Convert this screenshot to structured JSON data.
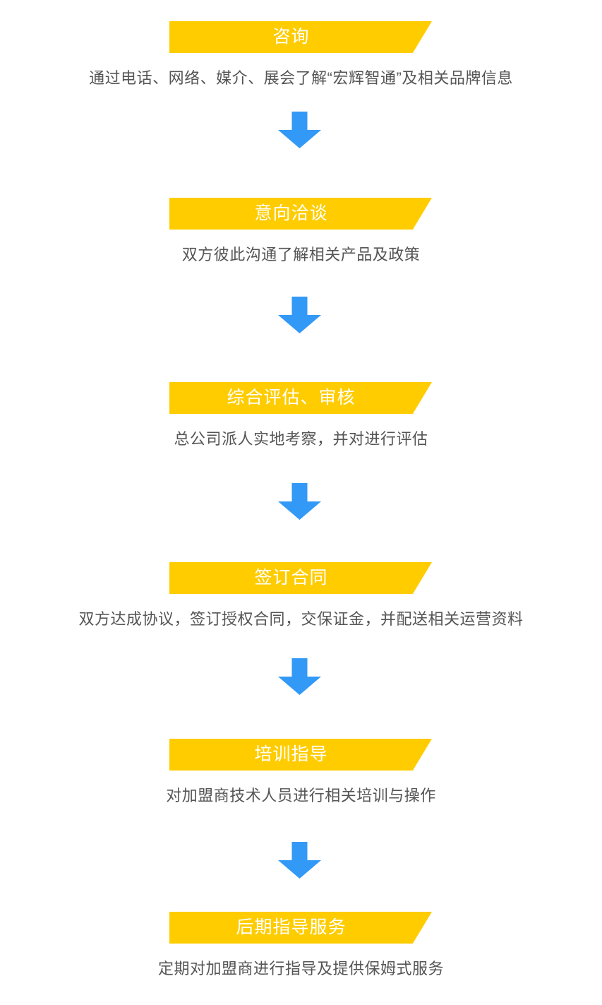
{
  "page": {
    "title": "加盟流程",
    "background_color": "#ffffff",
    "banner_color": "#ffcc00",
    "banner_text_color": "#ffffff",
    "description_text_color": "#555555",
    "arrow_color": "#3399f7"
  },
  "flow": {
    "steps": [
      {
        "index": 1,
        "title": "咨询",
        "description": "通过电话、网络、媒介、展会了解“宏辉智通”及相关品牌信息"
      },
      {
        "index": 2,
        "title": "意向洽谈",
        "description": "双方彼此沟通了解相关产品及政策"
      },
      {
        "index": 3,
        "title": "综合评估、审核",
        "description": "总公司派人实地考察，并对进行评估"
      },
      {
        "index": 4,
        "title": "签订合同",
        "description": "双方达成协议，签订授权合同，交保证金，并配送相关运营资料"
      },
      {
        "index": 5,
        "title": "培训指导",
        "description": "对加盟商技术人员进行相关培训与操作"
      },
      {
        "index": 6,
        "title": "后期指导服务",
        "description": "定期对加盟商进行指导及提供保姆式服务"
      }
    ],
    "connectors": [
      {
        "index": 1,
        "icon": "arrow-down-icon"
      },
      {
        "index": 2,
        "icon": "arrow-down-icon"
      },
      {
        "index": 3,
        "icon": "arrow-down-icon"
      },
      {
        "index": 4,
        "icon": "arrow-down-icon"
      },
      {
        "index": 5,
        "icon": "arrow-down-icon"
      }
    ]
  }
}
